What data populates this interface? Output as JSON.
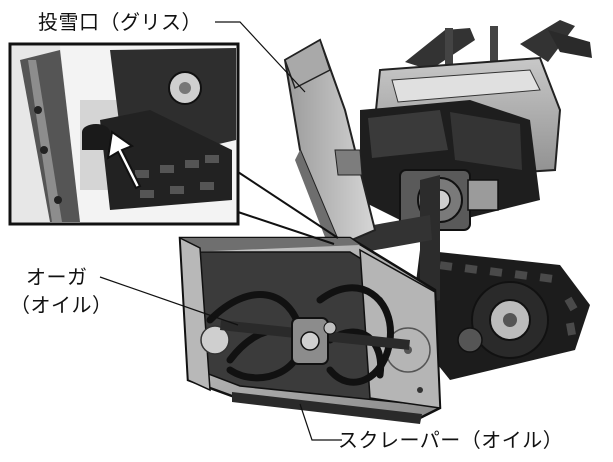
{
  "labels": {
    "chute": "投雪口（グリス）",
    "auger_line1": "オーガ",
    "auger_line2": "（オイル）",
    "scraper": "スクレーパー（オイル）"
  },
  "colors": {
    "body_dark": "#2b2b2b",
    "body_mid": "#6e6e6e",
    "body_light": "#bdbdbd",
    "line": "#111111"
  }
}
